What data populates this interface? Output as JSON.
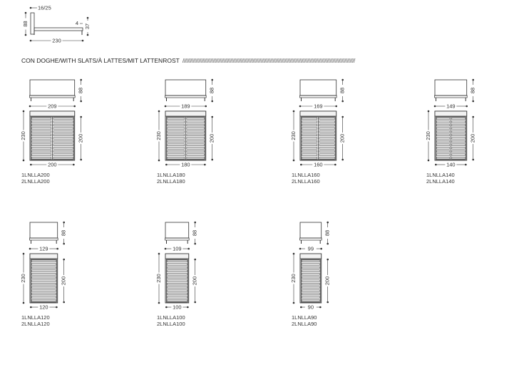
{
  "section_title": "CON DOGHE/WITH SLATS/À LATTES/MIT LATTENROST",
  "profile": {
    "headboard_thickness": "16/25",
    "height": "88",
    "frame_height": "4",
    "leg_height": "37",
    "length": "230"
  },
  "models": [
    {
      "outer_width": "209",
      "inner_width": "200",
      "height": "88",
      "length": "230",
      "inner_length": "200",
      "codes": [
        "1LNLLA200",
        "2LNLLA200"
      ],
      "slat_rows": 13,
      "split": true
    },
    {
      "outer_width": "189",
      "inner_width": "180",
      "height": "88",
      "length": "230",
      "inner_length": "200",
      "codes": [
        "1LNLLA180",
        "2LNLLA180"
      ],
      "slat_rows": 13,
      "split": true
    },
    {
      "outer_width": "169",
      "inner_width": "160",
      "height": "88",
      "length": "230",
      "inner_length": "200",
      "codes": [
        "1LNLLA160",
        "2LNLLA160"
      ],
      "slat_rows": 13,
      "split": true
    },
    {
      "outer_width": "149",
      "inner_width": "140",
      "height": "88",
      "length": "230",
      "inner_length": "200",
      "codes": [
        "1LNLLA140",
        "2LNLLA140"
      ],
      "slat_rows": 13,
      "split": true
    },
    {
      "outer_width": "129",
      "inner_width": "120",
      "height": "88",
      "length": "230",
      "inner_length": "200",
      "codes": [
        "1LNLLA120",
        "2LNLLA120"
      ],
      "slat_rows": 13,
      "split": false
    },
    {
      "outer_width": "109",
      "inner_width": "100",
      "height": "88",
      "length": "230",
      "inner_length": "200",
      "codes": [
        "1LNLLA100",
        "2LNLLA100"
      ],
      "slat_rows": 13,
      "split": false
    },
    {
      "outer_width": "99",
      "inner_width": "90",
      "height": "88",
      "length": "230",
      "inner_length": "200",
      "codes": [
        "1LNLLA90",
        "2LNLLA90"
      ],
      "slat_rows": 13,
      "split": false
    }
  ]
}
